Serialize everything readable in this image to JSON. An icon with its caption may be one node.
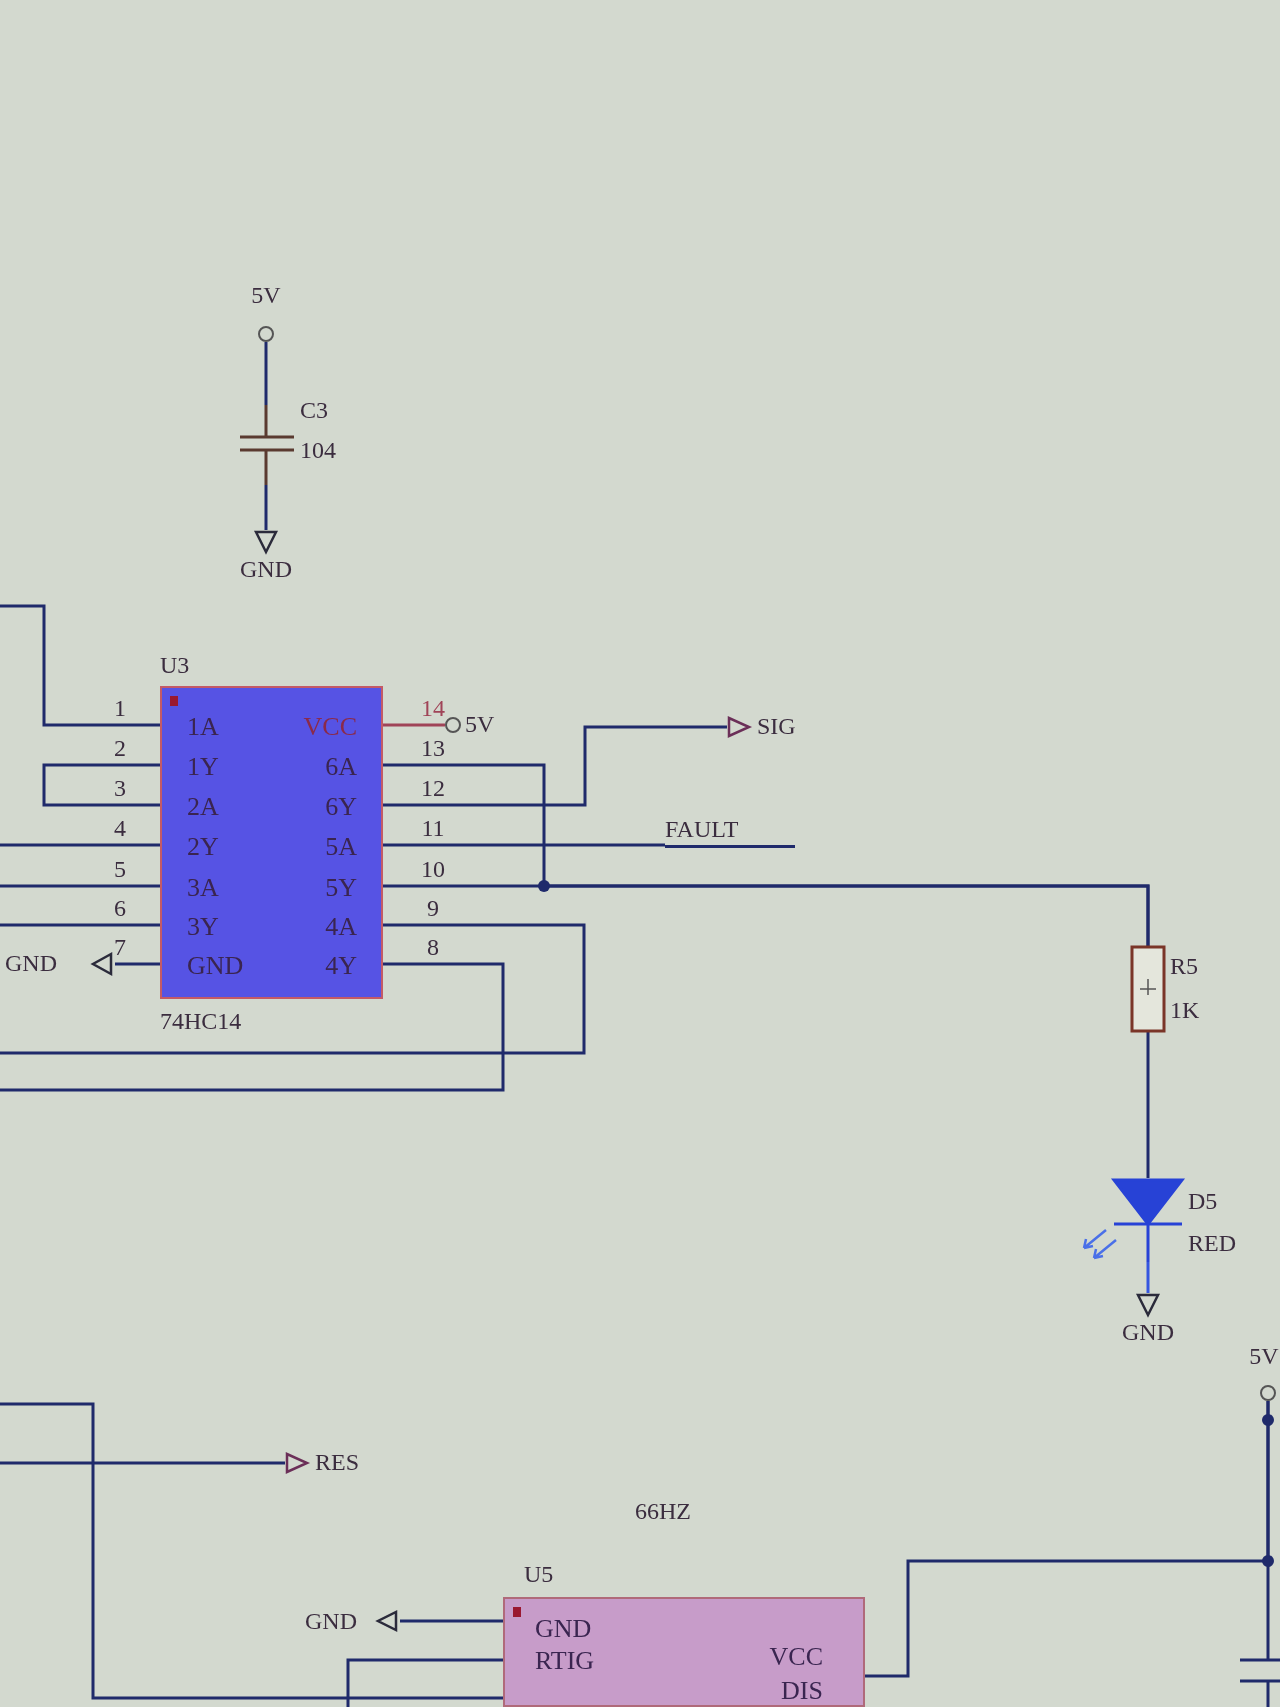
{
  "diagram": {
    "nodes": [
      {
        "text": [
          "5V"
        ]
      },
      {
        "text": [
          "C3",
          "104"
        ]
      },
      {
        "text": [
          "GND"
        ]
      },
      {
        "text": [
          "U3",
          "1A",
          "1Y",
          "2A",
          "2Y",
          "3A",
          "3Y",
          "GND",
          "VCC",
          "6A",
          "6Y",
          "5A",
          "5Y",
          "4A",
          "4Y",
          "74HC14"
        ]
      },
      {
        "text": [
          "5V"
        ]
      },
      {
        "text": [
          "GND"
        ]
      },
      {
        "text": [
          "SIG"
        ]
      },
      {
        "text": [
          "FAULT"
        ]
      },
      {
        "text": [
          "R5",
          "1K"
        ]
      },
      {
        "text": [
          "D5",
          "RED"
        ]
      },
      {
        "text": [
          "GND"
        ]
      },
      {
        "text": [
          "RES"
        ]
      },
      {
        "text": [
          "U5",
          "GND",
          "RTIG",
          "VCC",
          "DIS"
        ]
      },
      {
        "text": [
          "GND"
        ]
      },
      {
        "text": [
          "5V"
        ]
      }
    ],
    "edges": [
      {
        "from": 0,
        "to": 1,
        "arrow": "none"
      },
      {
        "from": 1,
        "to": 2,
        "arrow": "none"
      },
      {
        "from": 3,
        "to": 4,
        "arrow": "none",
        "color": "#a04458"
      },
      {
        "from": 3,
        "to": 5,
        "arrow": "none"
      },
      {
        "from": null,
        "to": 3,
        "arrow": "none"
      },
      {
        "from": 3,
        "to": 3,
        "arrow": "none"
      },
      {
        "from": null,
        "to": 3,
        "arrow": "none"
      },
      {
        "from": null,
        "to": 3,
        "arrow": "none"
      },
      {
        "from": null,
        "to": 3,
        "arrow": "none"
      },
      {
        "from": 3,
        "to": 6,
        "arrow": "none"
      },
      {
        "from": 3,
        "to": 7,
        "arrow": "none"
      },
      {
        "from": 3,
        "to": 8,
        "arrow": "none"
      },
      {
        "from": 3,
        "to": 8,
        "arrow": "none"
      },
      {
        "from": 3,
        "to": null,
        "arrow": "none"
      },
      {
        "from": 3,
        "to": null,
        "arrow": "none"
      },
      {
        "from": 8,
        "to": 9,
        "arrow": "none"
      },
      {
        "from": 9,
        "to": 10,
        "arrow": "none",
        "color": "#3556e0"
      },
      {
        "from": null,
        "to": 11,
        "arrow": "none"
      },
      {
        "from": 12,
        "to": 13,
        "arrow": "none"
      },
      {
        "from": null,
        "to": 12,
        "arrow": "none"
      },
      {
        "from": null,
        "to": 12,
        "arrow": "none"
      },
      {
        "from": 12,
        "to": 14,
        "arrow": "none"
      }
    ],
    "labels": [
      "1",
      "2",
      "3",
      "4",
      "5",
      "6",
      "7",
      "14",
      "13",
      "12",
      "11",
      "10",
      "9",
      "8",
      "66HZ"
    ]
  }
}
